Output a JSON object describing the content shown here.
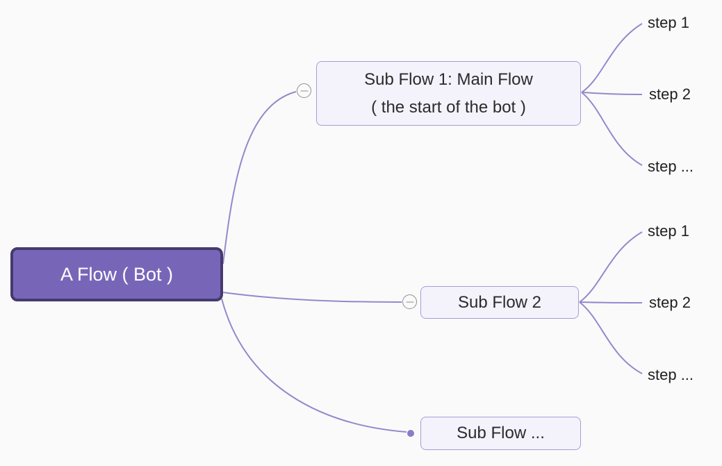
{
  "root": {
    "label": "A Flow ( Bot )"
  },
  "branches": [
    {
      "id": "sub-flow-1",
      "lines": [
        "Sub Flow 1: Main Flow",
        "( the start of the bot )"
      ],
      "steps": [
        "step 1",
        "step 2",
        "step ..."
      ]
    },
    {
      "id": "sub-flow-2",
      "lines": [
        "Sub Flow 2"
      ],
      "steps": [
        "step 1",
        "step 2",
        "step ..."
      ]
    },
    {
      "id": "sub-flow-3",
      "lines": [
        "Sub Flow ..."
      ],
      "steps": []
    }
  ],
  "icons": {
    "collapse": "minus-circle-icon",
    "branch_end": "dot-icon"
  },
  "colors": {
    "background": "#fafafa",
    "root_fill": "#7766b8",
    "root_border": "#46396e",
    "root_text": "#ffffff",
    "branch_fill": "#f4f2fb",
    "branch_border": "#a89bd8",
    "branch_text": "#2b2b2b",
    "connector": "#9488cc",
    "step_text": "#1f1f1f",
    "toggle_border": "#8f8f8f"
  }
}
